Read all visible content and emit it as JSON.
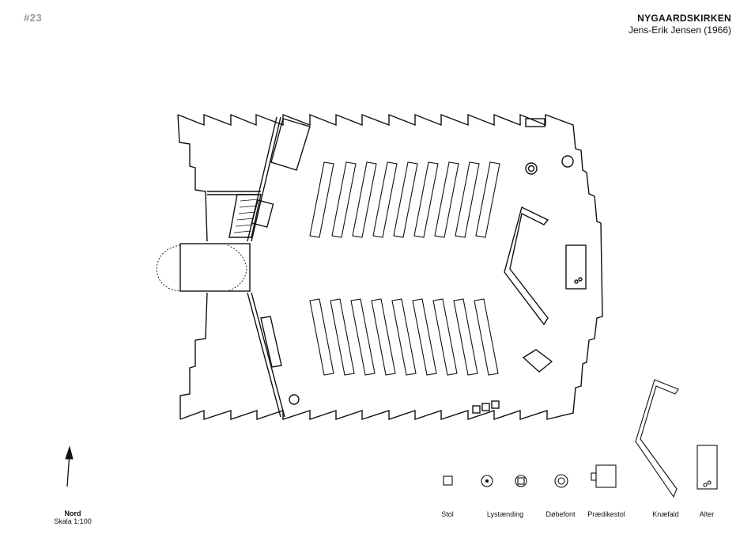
{
  "header": {
    "number": "#23",
    "church_name": "NYGAARDSKIRKEN",
    "architect": "Jens-Erik Jensen (1966)"
  },
  "north": {
    "label": "Nord",
    "scale": "Skala 1:100"
  },
  "legend": {
    "stol": "Stol",
    "lystaending": "Lystænding",
    "dobefont": "Døbefont",
    "praedikestol": "Prædikestol",
    "knaefald": "Knæfald",
    "alter": "Alter"
  }
}
